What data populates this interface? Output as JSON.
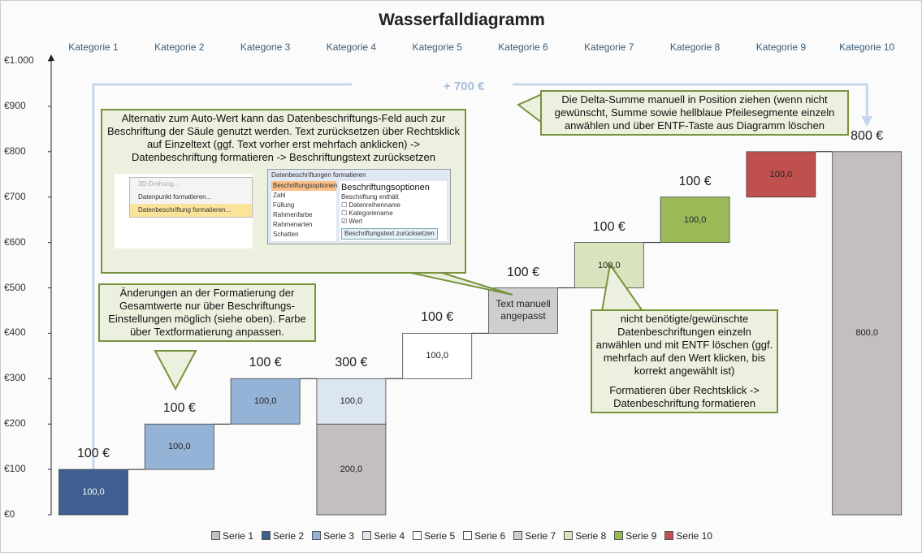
{
  "chart_data": {
    "type": "bar",
    "title": "Wasserfalldiagramm",
    "categories": [
      "Kategorie 1",
      "Kategorie 2",
      "Kategorie 3",
      "Kategorie 4",
      "Kategorie 5",
      "Kategorie 6",
      "Kategorie 7",
      "Kategorie 8",
      "Kategorie 9",
      "Kategorie 10"
    ],
    "yticks": [
      "€0",
      "€100",
      "€200",
      "€300",
      "€400",
      "€500",
      "€600",
      "€700",
      "€800",
      "€900",
      "€1.000"
    ],
    "ylim": [
      0,
      1000
    ],
    "segments": [
      {
        "cat": 0,
        "series": "Serie 2",
        "base": 0,
        "value": 100,
        "label": "100,0"
      },
      {
        "cat": 1,
        "series": "Serie 3",
        "base": 100,
        "value": 100,
        "label": "100,0"
      },
      {
        "cat": 2,
        "series": "Serie 3",
        "base": 200,
        "value": 100,
        "label": "100,0"
      },
      {
        "cat": 3,
        "series": "Serie 1",
        "base": 0,
        "value": 200,
        "label": "200,0"
      },
      {
        "cat": 3,
        "series": "Serie 4",
        "base": 200,
        "value": 100,
        "label": "100,0"
      },
      {
        "cat": 4,
        "series": "Serie 5",
        "base": 300,
        "value": 100,
        "label": "100,0"
      },
      {
        "cat": 5,
        "series": "Serie 7",
        "base": 400,
        "value": 100,
        "label": "Text manuell angepasst"
      },
      {
        "cat": 6,
        "series": "Serie 8",
        "base": 500,
        "value": 100,
        "label": "100,0"
      },
      {
        "cat": 7,
        "series": "Serie 9",
        "base": 600,
        "value": 100,
        "label": "100,0"
      },
      {
        "cat": 8,
        "series": "Serie 10",
        "base": 700,
        "value": 100,
        "label": "100,0"
      },
      {
        "cat": 9,
        "series": "Serie 1",
        "base": 0,
        "value": 800,
        "label": "800,0"
      }
    ],
    "totals": [
      {
        "cat": 0,
        "top": 100,
        "label": "100 €"
      },
      {
        "cat": 1,
        "top": 200,
        "label": "100 €"
      },
      {
        "cat": 2,
        "top": 300,
        "label": "100 €"
      },
      {
        "cat": 3,
        "top": 300,
        "label": "300 €"
      },
      {
        "cat": 4,
        "top": 400,
        "label": "100 €"
      },
      {
        "cat": 5,
        "top": 500,
        "label": "100 €"
      },
      {
        "cat": 6,
        "top": 600,
        "label": "100 €"
      },
      {
        "cat": 7,
        "top": 700,
        "label": "100 €"
      },
      {
        "cat": 9,
        "top": 800,
        "label": "800 €"
      }
    ],
    "delta_label": "+ 700 €",
    "legend": [
      {
        "name": "Serie 1",
        "color": "#c4bdc1"
      },
      {
        "name": "Serie 2",
        "color": "#3e5f8f"
      },
      {
        "name": "Serie 3",
        "color": "#95b3d7"
      },
      {
        "name": "Serie 4",
        "color": "#dce6f2"
      },
      {
        "name": "Serie 5",
        "color": "#ffffff"
      },
      {
        "name": "Serie 6",
        "color": "#ffffff"
      },
      {
        "name": "Serie 7",
        "color": "#d0cdd0"
      },
      {
        "name": "Serie 8",
        "color": "#d7e4bd"
      },
      {
        "name": "Serie 9",
        "color": "#9bbb59"
      },
      {
        "name": "Serie 10",
        "color": "#c0504d"
      }
    ]
  },
  "callouts": {
    "alt": "Alternativ zum Auto-Wert kann das Datenbeschriftungs-Feld auch zur Beschriftung der Säule genutzt werden. Text zurücksetzen über Rechtsklick auf Einzeltext  (ggf. Text vorher erst mehrfach anklicken) -> Datenbeschriftung formatieren -> Beschriftungstext zurücksetzen",
    "format": "Änderungen an der Formatierung der Gesamtwerte nur über Beschriftungs-Einstellungen möglich (siehe oben). Farbe über Textformatierung anpassen.",
    "delete": "nicht benötigte/gewünschte Datenbeschriftungen einzeln anwählen und mit ENTF löschen (ggf. mehrfach auf den Wert klicken, bis korrekt angewählt ist)",
    "delete2": "Formatieren über Rechtsklick -> Datenbeschriftung formatieren",
    "delta": "Die Delta-Summe manuell in Position ziehen (wenn nicht gewünscht, Summe sowie hellblaue Pfeilesegmente einzeln anwählen und über ENTF-Taste aus Diagramm löschen"
  },
  "embedded": {
    "menu": [
      "3D-Drehung...",
      "Datenpunkt formatieren...",
      "Datenbeschriftung formatieren..."
    ],
    "dialog_title": "Datenbeschriftungen formatieren",
    "dialog_nav": [
      "Beschriftungsoptionen",
      "Zahl",
      "Füllung",
      "Rahmenfarbe",
      "Rahmenarten",
      "Schatten"
    ],
    "dialog_heading": "Beschriftungsoptionen",
    "dialog_sub": "Beschriftung enthält",
    "checks": [
      "Datenreihenname",
      "Kategoriename",
      "Wert"
    ],
    "reset_button": "Beschriftungstext zurücksetzen"
  }
}
